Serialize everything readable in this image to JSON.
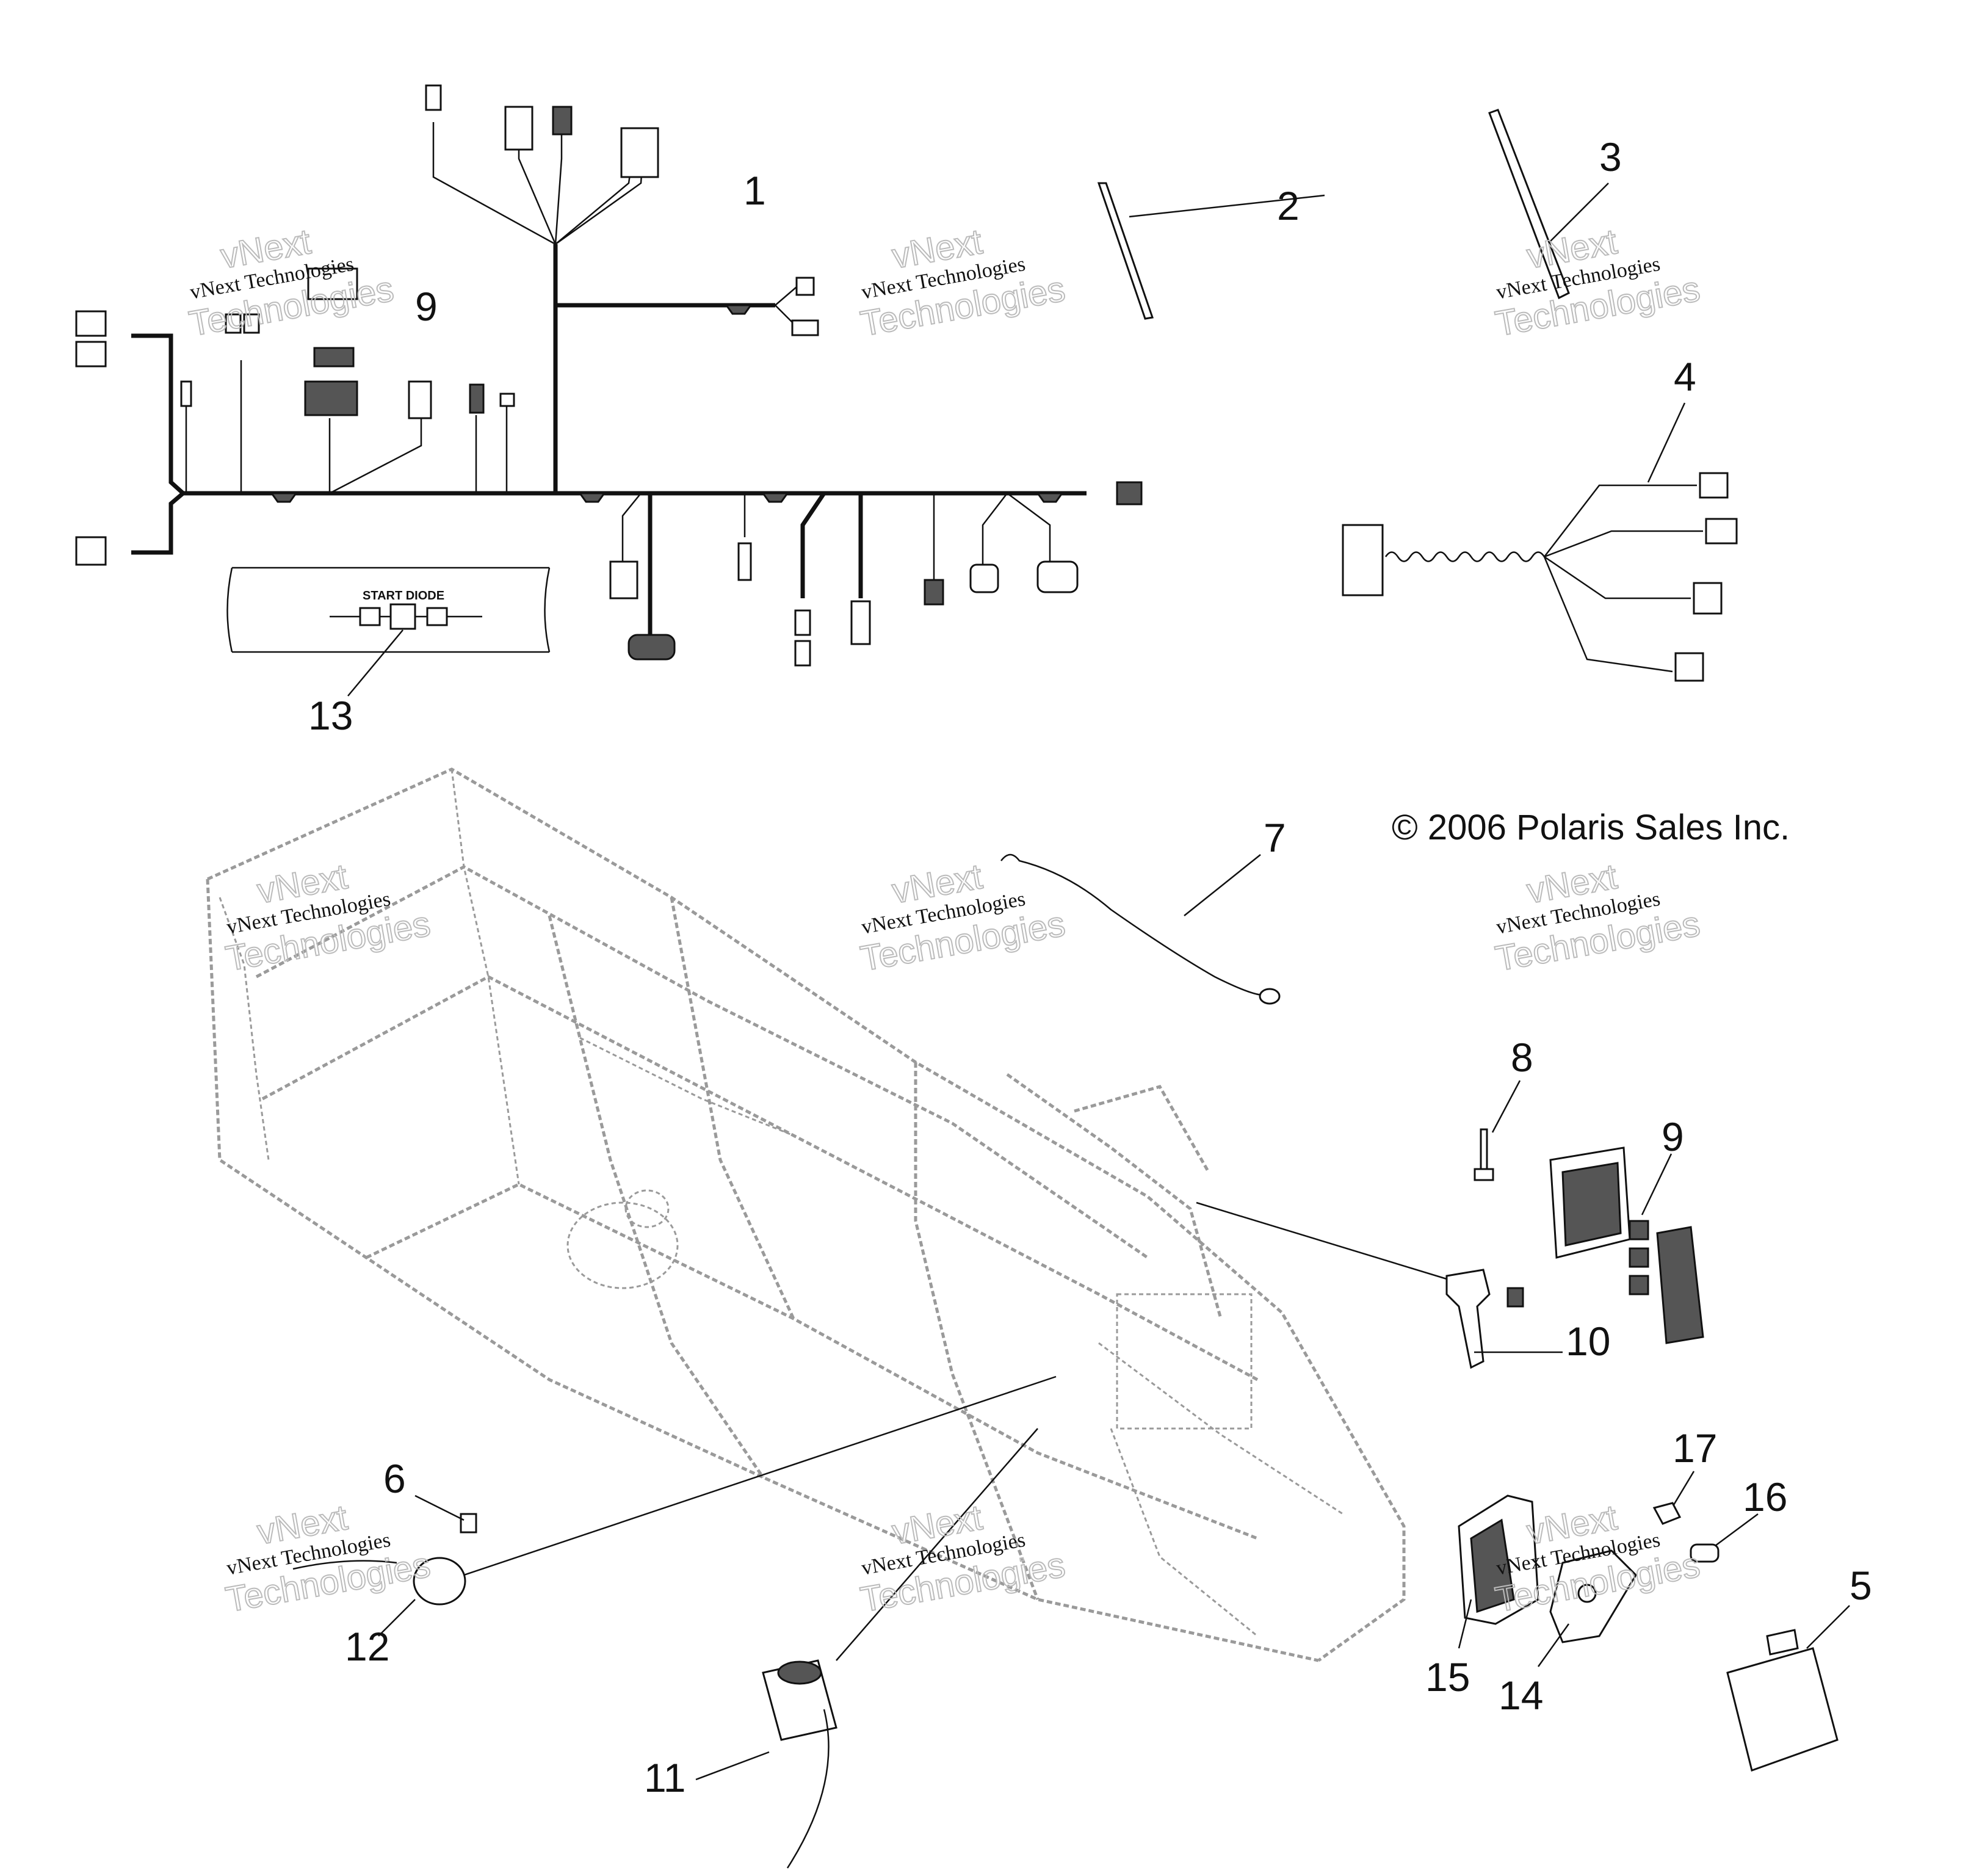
{
  "callouts": [
    "1",
    "2",
    "3",
    "4",
    "5",
    "6",
    "7",
    "8",
    "9",
    "9",
    "10",
    "11",
    "12",
    "13",
    "14",
    "15",
    "16",
    "17"
  ],
  "start_diode_label": "START DIODE",
  "copyright": "© 2006 Polaris Sales Inc.",
  "watermark": {
    "line1": "vNext Technologies",
    "line2": "vNext",
    "line3": "Technologies"
  }
}
